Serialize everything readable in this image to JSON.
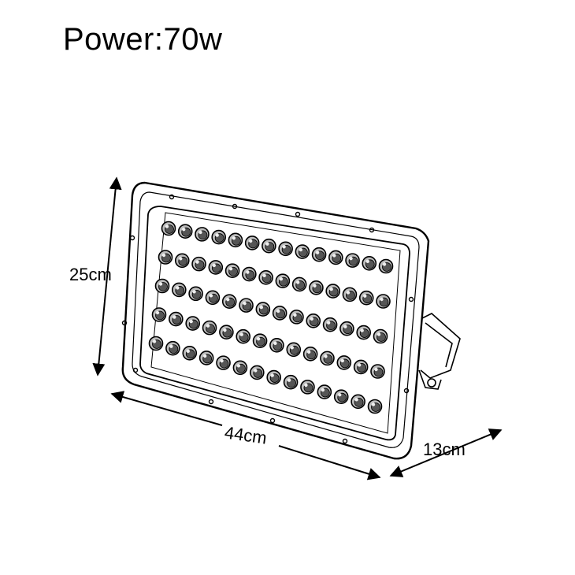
{
  "title": "Power:70w",
  "dimensions": {
    "height": "25cm",
    "width": "44cm",
    "depth": "13cm"
  },
  "led_grid": {
    "rows": 5,
    "columns": 14
  },
  "colors": {
    "line": "#000000",
    "background": "#ffffff"
  }
}
